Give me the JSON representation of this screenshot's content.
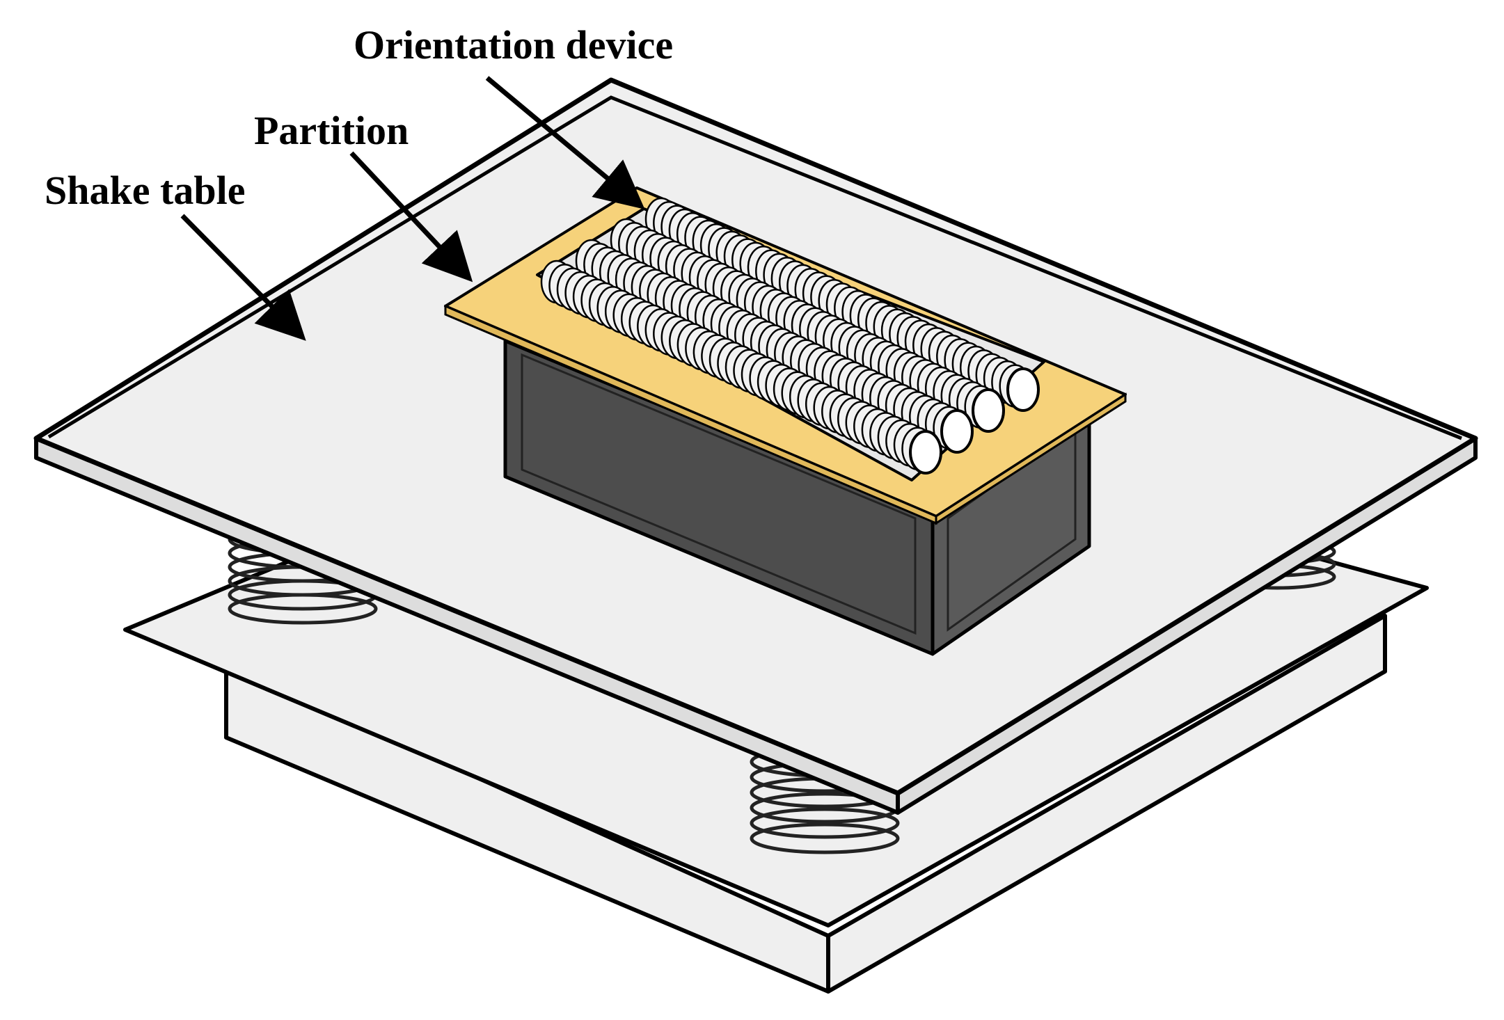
{
  "labels": {
    "orientation_device": "Orientation device",
    "partition": "Partition",
    "shake_table": "Shake table"
  },
  "colors": {
    "table_surface": "#efefef",
    "partition_fill": "#f6d27a",
    "box_dark": "#4d4d4d",
    "box_side": "#5a5a5a",
    "stroke": "#000000",
    "coin_face": "#ffffff"
  },
  "icons": [
    "spring-icon",
    "coin-rod-icon",
    "arrow-icon"
  ]
}
